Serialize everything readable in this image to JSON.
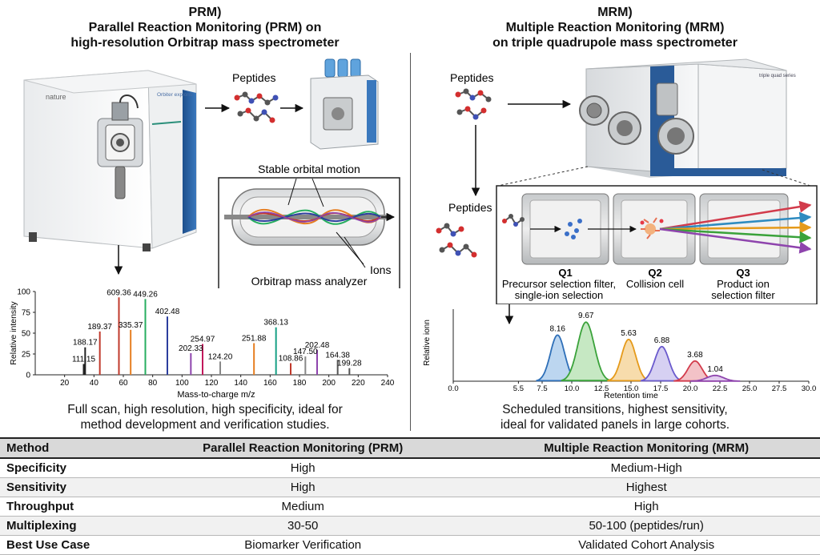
{
  "left": {
    "title_line1": "PRM)",
    "title_line2": "Parallel Reaction Monitoring (PRM) on",
    "title_line3": "high-resolution Orbitrap mass spectrometer",
    "instrument_brand": "nature",
    "instrument_model": "Orbiter exploris",
    "peptides_label": "Peptides",
    "orbitrap_top_label": "Stable orbital motion",
    "orbitrap_ions_label": "Ions",
    "orbitrap_bottom_label": "Orbitrap mass analyzer",
    "caption_line1": "Full scan, high resolution, high specificity, ideal for",
    "caption_line2": "method development and verification studies."
  },
  "right": {
    "title_line1": "MRM)",
    "title_line2": "Multiple Reaction Monitoring (MRM)",
    "title_line3": "on triple quadrupole mass spectrometer",
    "instrument_model": "triple quad series",
    "peptides_label_top": "Peptides",
    "peptides_label_bottom": "Peptides",
    "q1_label": "Q1",
    "q1_desc_line1": "Precursor selection filter,",
    "q1_desc_line2": "single-ion selection",
    "q2_label": "Q2",
    "q2_desc": "Collision cell",
    "q3_label": "Q3",
    "q3_desc_line1": "Product ion",
    "q3_desc_line2": "selection filter",
    "caption_line1": "Scheduled transitions, highest sensitivity,",
    "caption_line2": "ideal for validated panels in large cohorts."
  },
  "chart_data": [
    {
      "type": "bar",
      "xlabel": "Mass-to-charge m/z",
      "ylabel": "Relative intensity",
      "xlim": [
        0,
        240
      ],
      "ylim": [
        0,
        100
      ],
      "xticks": [
        20,
        40,
        60,
        80,
        100,
        120,
        140,
        160,
        180,
        200,
        220,
        240
      ],
      "yticks": [
        0,
        25,
        50,
        75,
        100
      ],
      "labeled_peaks": [
        {
          "mz": 33,
          "intensity": 13,
          "label": "111.15",
          "color": "#222222"
        },
        {
          "mz": 34,
          "intensity": 33,
          "label": "188.17",
          "color": "#222222"
        },
        {
          "mz": 44,
          "intensity": 52,
          "label": "189.37",
          "color": "#c0392b"
        },
        {
          "mz": 57,
          "intensity": 93,
          "label": "609.36",
          "color": "#c0392b"
        },
        {
          "mz": 65,
          "intensity": 54,
          "label": "335.37",
          "color": "#e67e22"
        },
        {
          "mz": 75,
          "intensity": 91,
          "label": "449.26",
          "color": "#27ae60"
        },
        {
          "mz": 90,
          "intensity": 70,
          "label": "402.48",
          "color": "#2c3e9e"
        },
        {
          "mz": 106,
          "intensity": 26,
          "label": "202.33",
          "color": "#8e44ad"
        },
        {
          "mz": 114,
          "intensity": 37,
          "label": "254.97",
          "color": "#c2185b"
        },
        {
          "mz": 126,
          "intensity": 16,
          "label": "124.20",
          "color": "#888888"
        },
        {
          "mz": 149,
          "intensity": 38,
          "label": "251.88",
          "color": "#e67e22"
        },
        {
          "mz": 164,
          "intensity": 57,
          "label": "368.13",
          "color": "#16a085"
        },
        {
          "mz": 174,
          "intensity": 14,
          "label": "108.86",
          "color": "#c0392b"
        },
        {
          "mz": 184,
          "intensity": 22,
          "label": "147.50",
          "color": "#888888"
        },
        {
          "mz": 192,
          "intensity": 30,
          "label": "202.48",
          "color": "#8e44ad"
        },
        {
          "mz": 206,
          "intensity": 18,
          "label": "164.38",
          "color": "#555555"
        },
        {
          "mz": 214,
          "intensity": 8,
          "label": "199.28",
          "color": "#555555"
        }
      ]
    },
    {
      "type": "area",
      "xlabel": "Retention time",
      "ylabel": "Relative ionn",
      "xlim": [
        0,
        30
      ],
      "xticks": [
        0.0,
        5.5,
        7.5,
        10.0,
        12.5,
        15.0,
        17.5,
        20.0,
        22.5,
        25.0,
        27.5,
        30.0
      ],
      "peaks": [
        {
          "rt": 8.8,
          "height": 0.64,
          "width": 0.6,
          "label": "8.16",
          "color": "#2e6fb8",
          "fill": "#bcd6f0"
        },
        {
          "rt": 11.2,
          "height": 0.82,
          "width": 0.7,
          "label": "9.67",
          "color": "#3aa23a",
          "fill": "#c6e8c3"
        },
        {
          "rt": 14.8,
          "height": 0.58,
          "width": 0.6,
          "label": "5.63",
          "color": "#e59a1a",
          "fill": "#f7dcac"
        },
        {
          "rt": 17.6,
          "height": 0.48,
          "width": 0.6,
          "label": "6.88",
          "color": "#6a5acd",
          "fill": "#d6d0f2"
        },
        {
          "rt": 20.4,
          "height": 0.28,
          "width": 0.6,
          "label": "3.68",
          "color": "#d23b4b",
          "fill": "#f3c2c7"
        },
        {
          "rt": 22.1,
          "height": 0.08,
          "width": 0.7,
          "label": "1.04",
          "color": "#8e44ad",
          "fill": "#e2cdee"
        }
      ]
    }
  ],
  "table": {
    "headers": [
      "Method",
      "Parallel Reaction Monitoring (PRM)",
      "Multiple Reaction Monitoring (MRM)"
    ],
    "rows": [
      [
        "Specificity",
        "High",
        "Medium-High"
      ],
      [
        "Sensitivity",
        "High",
        "Highest"
      ],
      [
        "Throughput",
        "Medium",
        "High"
      ],
      [
        "Multiplexing",
        "30-50",
        "50-100 (peptides/run)"
      ],
      [
        "Best Use Case",
        "Biomarker Verification",
        "Validated Cohort Analysis"
      ]
    ]
  }
}
